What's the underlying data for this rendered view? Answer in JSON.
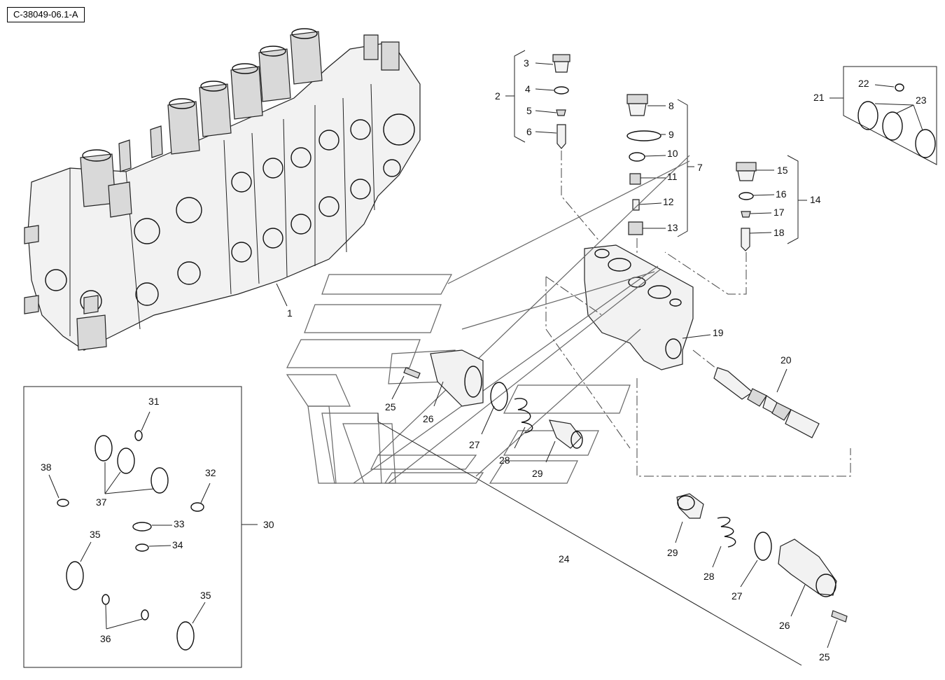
{
  "figure_ref": "C-38049-06.1-A",
  "labels": {
    "l1": "1",
    "l2": "2",
    "l3": "3",
    "l4": "4",
    "l5": "5",
    "l6": "6",
    "l7": "7",
    "l8": "8",
    "l9": "9",
    "l10": "10",
    "l11": "11",
    "l12": "12",
    "l13": "13",
    "l14": "14",
    "l15": "15",
    "l16": "16",
    "l17": "17",
    "l18": "18",
    "l19": "19",
    "l20": "20",
    "l21": "21",
    "l22": "22",
    "l23": "23",
    "l24": "24",
    "l25a": "25",
    "l25b": "25",
    "l26a": "26",
    "l26b": "26",
    "l27a": "27",
    "l27b": "27",
    "l28a": "28",
    "l28b": "28",
    "l29a": "29",
    "l29b": "29",
    "l30": "30",
    "l31": "31",
    "l32": "32",
    "l33": "33",
    "l34": "34",
    "l35a": "35",
    "l35b": "35",
    "l36": "36",
    "l37": "37",
    "l38": "38"
  }
}
